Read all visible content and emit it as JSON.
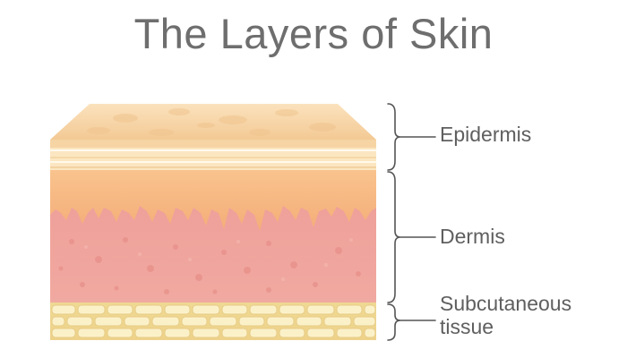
{
  "title": "The Layers of Skin",
  "layers": {
    "epidermis": "Epidermis",
    "dermis": "Dermis",
    "subcutaneous_line1": "Subcutaneous",
    "subcutaneous_line2": "tissue"
  },
  "colors": {
    "epidermis_top": "#f7d9ae",
    "epidermis_band": "#fbeac8",
    "dermis_upper": "#f6b77e",
    "dermis_lower": "#ec9c9a",
    "subcutaneous": "#f4e2a6",
    "fat_cell": "#fbf1c8",
    "bracket": "#555555",
    "title": "#6e6e6e"
  }
}
